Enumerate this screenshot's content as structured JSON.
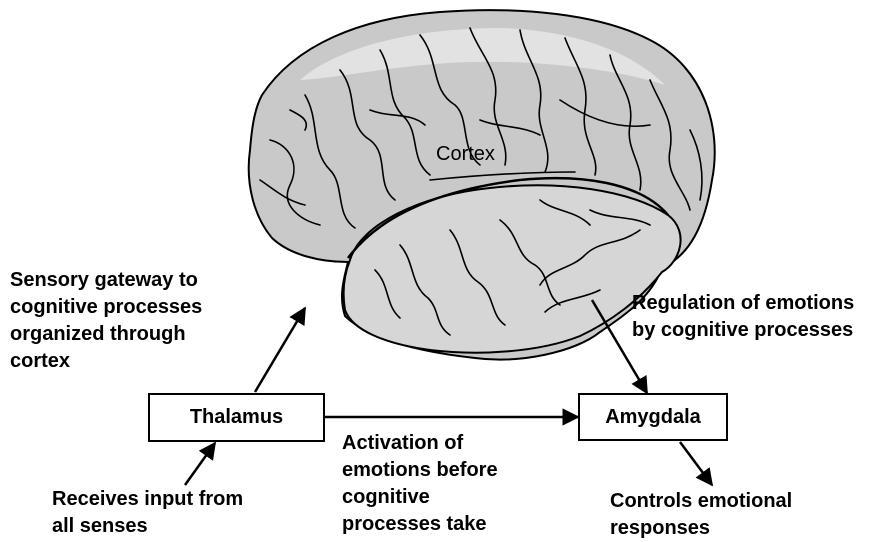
{
  "diagram": {
    "brain": {
      "region_label": "Cortex"
    },
    "nodes": {
      "thalamus": "Thalamus",
      "amygdala": "Amygdala"
    },
    "annotations": {
      "sensory_gateway": [
        "Sensory gateway to",
        "cognitive processes",
        "organized through",
        "cortex"
      ],
      "regulation": [
        "Regulation of emotions",
        "by cognitive processes"
      ],
      "activation": [
        "Activation of",
        "emotions before",
        "cognitive",
        "processes take"
      ],
      "receives_input": [
        "Receives input from",
        "all senses"
      ],
      "controls": [
        "Controls emotional",
        "responses"
      ]
    }
  }
}
